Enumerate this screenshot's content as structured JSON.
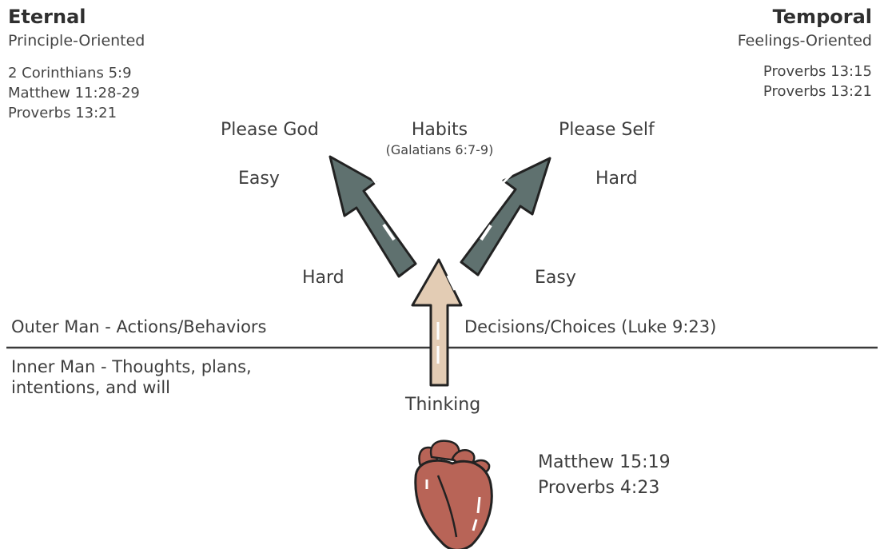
{
  "eternal": {
    "title": "Eternal",
    "subtitle": "Principle-Oriented",
    "refs": [
      "2 Corinthians 5:9",
      "Matthew 11:28-29",
      "Proverbs 13:21"
    ]
  },
  "temporal": {
    "title": "Temporal",
    "subtitle": "Feelings-Oriented",
    "refs": [
      "Proverbs 13:15",
      "Proverbs 13:21"
    ]
  },
  "labels": {
    "please_god": "Please God",
    "habits": "Habits",
    "habits_ref": "(Galatians 6:7-9)",
    "please_self": "Please Self",
    "easy_left": "Easy",
    "hard_right": "Hard",
    "hard_left": "Hard",
    "easy_right": "Easy",
    "outer_man": "Outer Man - Actions/Behaviors",
    "decisions": "Decisions/Choices (Luke 9:23)",
    "inner_man_1": "Inner Man - Thoughts, plans,",
    "inner_man_2": "intentions, and will",
    "thinking": "Thinking"
  },
  "heart_refs": [
    "Matthew 15:19",
    "Proverbs 4:23"
  ],
  "colors": {
    "arrow_dark": "#5f716f",
    "arrow_light": "#e3ccb4",
    "heart": "#b86457",
    "line": "#3a3a3a"
  }
}
